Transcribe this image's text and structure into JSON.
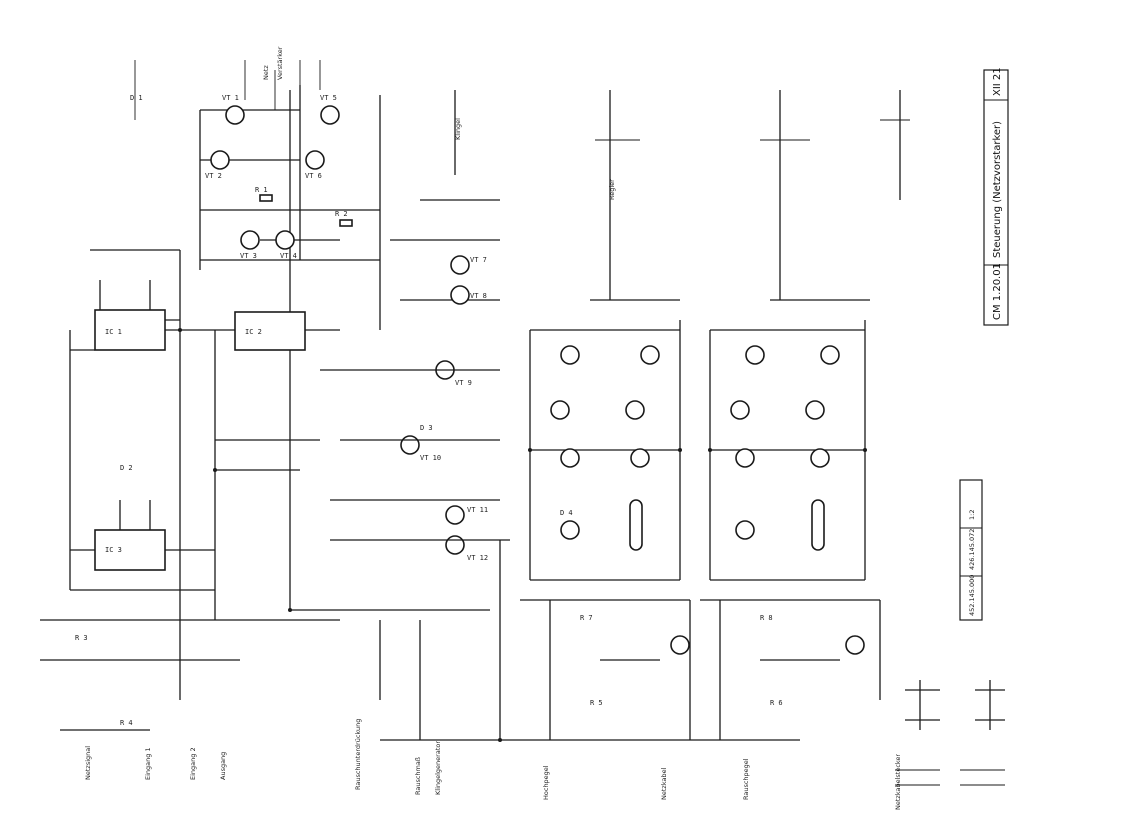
{
  "title_block": {
    "device": "CM 1.20.01",
    "description": "Steuerung (Netzvorstarker)",
    "sheet": "XII 21"
  },
  "stamp_box": {
    "rows": [
      "452.145.000",
      "426.145.072",
      "1:2"
    ]
  },
  "bottom_labels": [
    "Rauschunterdrückung",
    "Rauschmaß",
    "Klingelgenerator",
    "Hochpegel",
    "Netzkabel",
    "Rauschpegel",
    "Netzkabelstecker"
  ],
  "left_labels": [
    "Netzsignal",
    "Eingang 1",
    "Eingang 2",
    "Ausgang"
  ],
  "top_labels": [
    "Netz",
    "Verstärker",
    "Klingel",
    "Regler"
  ],
  "components": {
    "transistors": [
      "VT 1",
      "VT 2",
      "VT 3",
      "VT 4",
      "VT 5",
      "VT 6",
      "VT 7",
      "VT 8",
      "VT 9",
      "VT 10",
      "VT 11",
      "VT 12"
    ],
    "ics": [
      "IC 1",
      "IC 2",
      "IC 3"
    ],
    "resistors": [
      "R 1",
      "R 2",
      "R 3",
      "R 4",
      "R 5",
      "R 6",
      "R 7",
      "R 8"
    ],
    "diodes": [
      "D 1",
      "D 2",
      "D 3",
      "D 4"
    ]
  },
  "colors": {
    "ink": "#1a1a1a",
    "paper": "#ffffff"
  }
}
